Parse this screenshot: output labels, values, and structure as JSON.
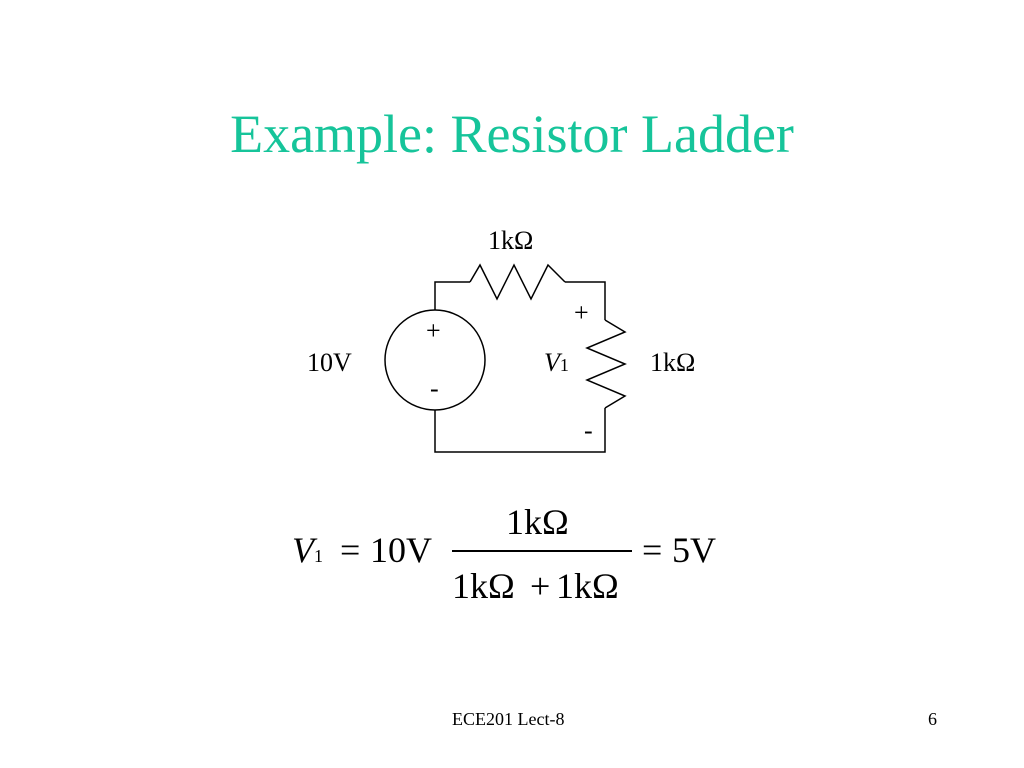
{
  "slide": {
    "title": "Example: Resistor Ladder"
  },
  "circuit": {
    "top_resistor_label": "1kΩ",
    "right_resistor_label": "1kΩ",
    "source_label": "10V",
    "source_plus": "+",
    "source_minus": "-",
    "v1_plus": "+",
    "v1_minus": "-",
    "v1_symbol": "V",
    "v1_subscript": "1"
  },
  "equation": {
    "lhs_symbol": "V",
    "lhs_subscript": "1",
    "eq1": "=",
    "source_value": "10V",
    "numerator": "1kΩ",
    "denominator_a": "1kΩ",
    "plus": "+",
    "denominator_b": "1kΩ",
    "eq2": "=",
    "result": "5V"
  },
  "footer": {
    "course": "ECE201 Lect-8",
    "page_number": "6"
  }
}
